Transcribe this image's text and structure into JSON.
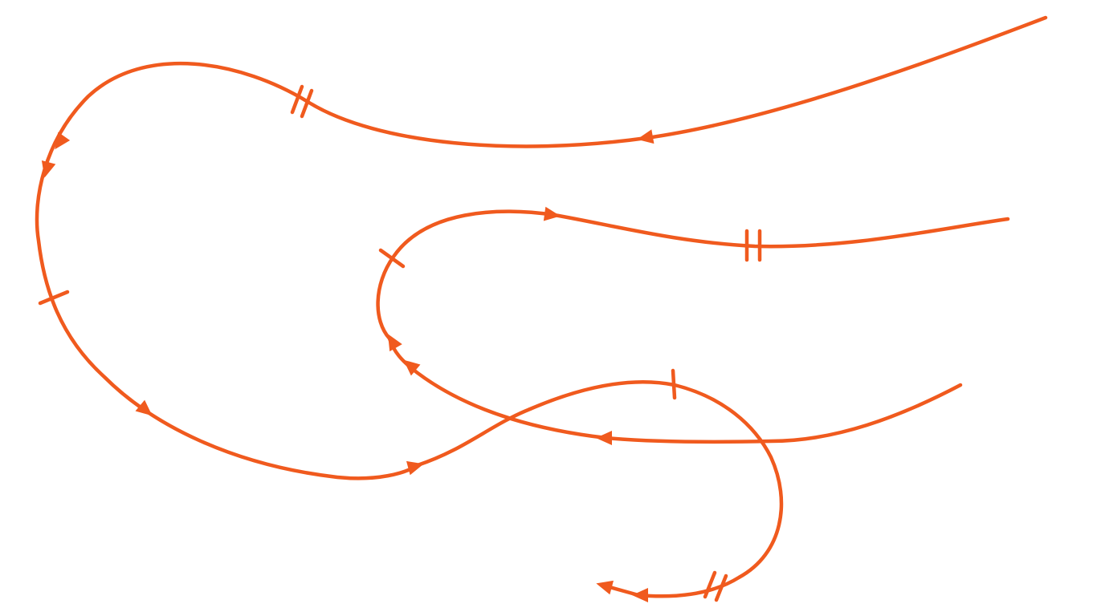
{
  "diagram": {
    "kind": "directed-curves-with-tick-marks",
    "line_color": "#F05A1E",
    "background": "#FFFFFF",
    "curves": [
      {
        "id": "curve-upper",
        "direction": "right-to-left",
        "arrowheads": 3,
        "tick_marks": [
          "double"
        ]
      },
      {
        "id": "curve-middle",
        "direction": "left-to-right",
        "arrowheads": 1,
        "tick_marks": [
          "double"
        ]
      },
      {
        "id": "curve-lower",
        "direction": "right-to-left",
        "arrowheads": 3,
        "tick_marks": [
          "single"
        ]
      },
      {
        "id": "curve-loop",
        "direction": "left-to-right",
        "arrowheads": 2,
        "tick_marks": [
          "single"
        ]
      },
      {
        "id": "curve-hook",
        "direction": "clockwise-end-left",
        "arrowheads": 2,
        "tick_marks": [
          "single",
          "double"
        ]
      }
    ]
  }
}
